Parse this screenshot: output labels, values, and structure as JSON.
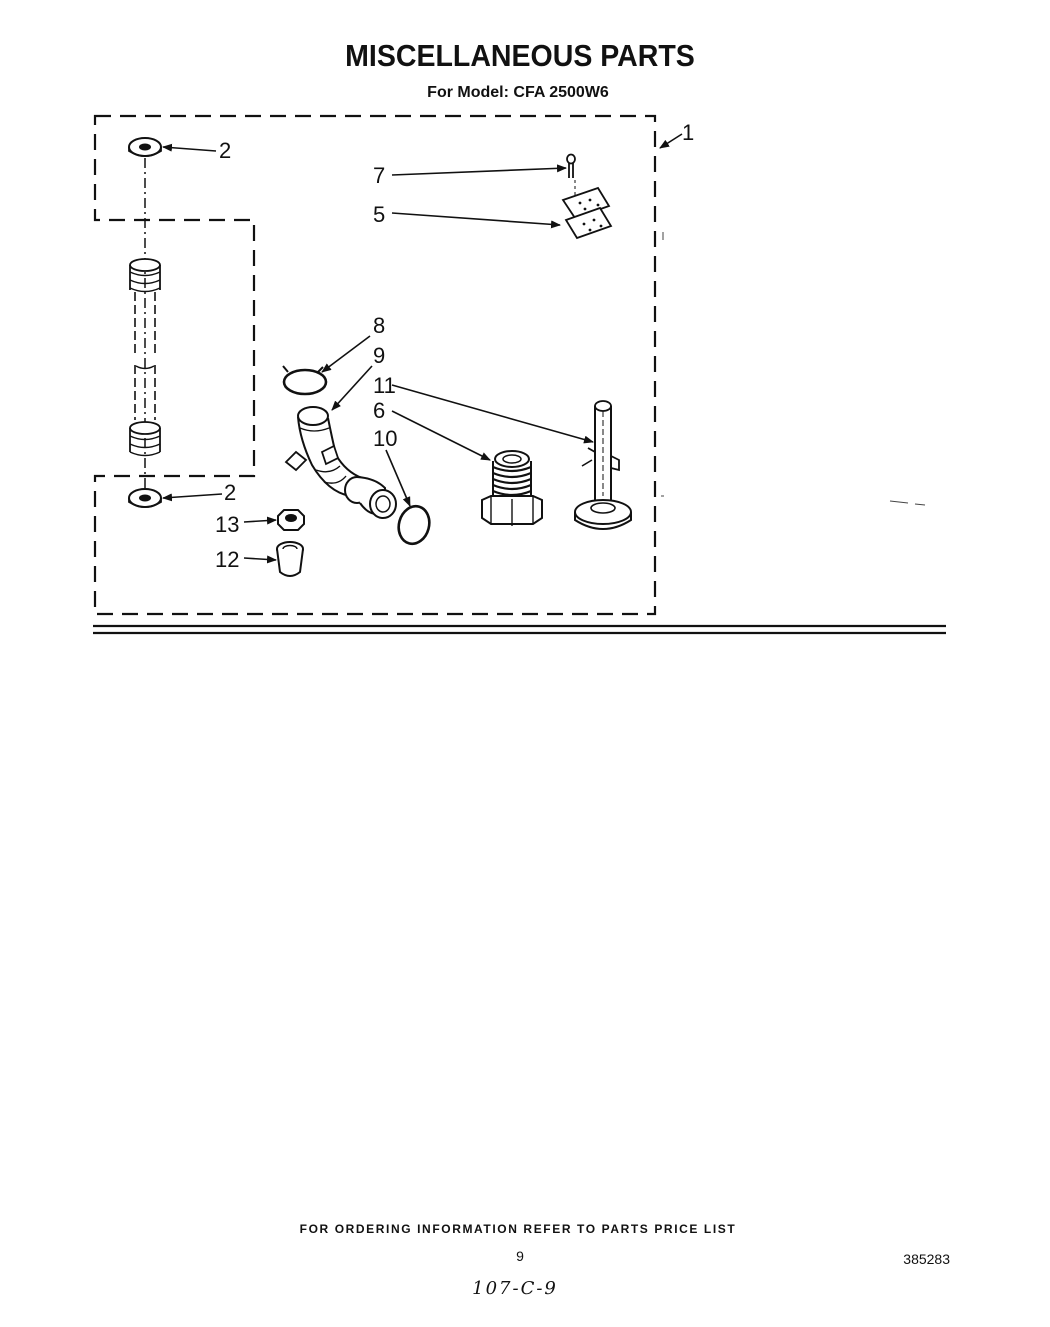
{
  "header": {
    "title": "MISCELLANEOUS PARTS",
    "subtitle": "For Model: CFA 2500W6"
  },
  "callouts": {
    "c1": "1",
    "c2_top": "2",
    "c2_bottom": "2",
    "c5": "5",
    "c6": "6",
    "c7": "7",
    "c8": "8",
    "c9": "9",
    "c10": "10",
    "c11": "11",
    "c12": "12",
    "c13": "13"
  },
  "footer": {
    "ordering_note": "FOR ORDERING INFORMATION REFER TO PARTS PRICE LIST",
    "page_number": "9",
    "document_number": "385283",
    "handwritten_note": "107-C-9"
  },
  "colors": {
    "ink": "#111111",
    "paper": "#ffffff"
  }
}
